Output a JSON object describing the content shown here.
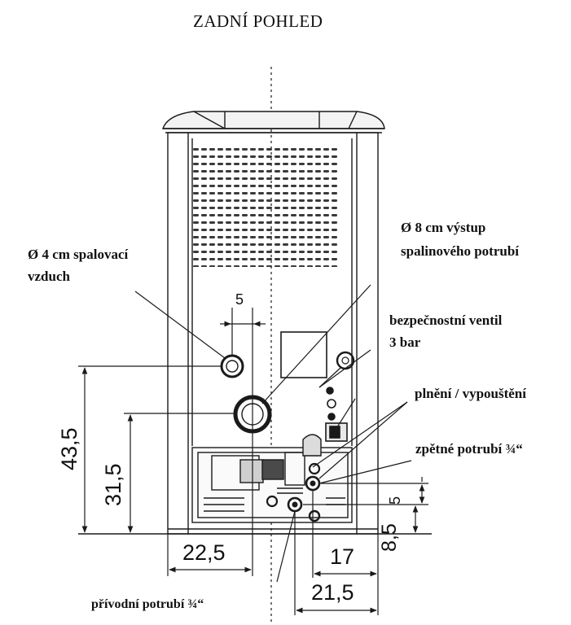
{
  "title": "ZADNÍ POHLED",
  "labels": {
    "combustion_air_line1": "Ø 4 cm spalovací",
    "combustion_air_line2": "vzduch",
    "flue_outlet_line1": "Ø 8 cm výstup",
    "flue_outlet_line2": "spalinového potrubí",
    "safety_valve_line1": "bezpečnostní ventil",
    "safety_valve_line2": "3 bar",
    "fill_drain": "plnění / vypouštění",
    "return_pipe": "zpětné potrubí ¾“",
    "supply_pipe": "přívodní potrubí ¾“"
  },
  "dimensions": {
    "height_air": "43,5",
    "height_flue": "31,5",
    "width_flue": "22,5",
    "offset_air": "5",
    "width_return": "17",
    "width_supply": "21,5",
    "height_return": "5",
    "height_supply": "8,5"
  },
  "colors": {
    "line": "#1a1a1a",
    "background": "#ffffff"
  }
}
